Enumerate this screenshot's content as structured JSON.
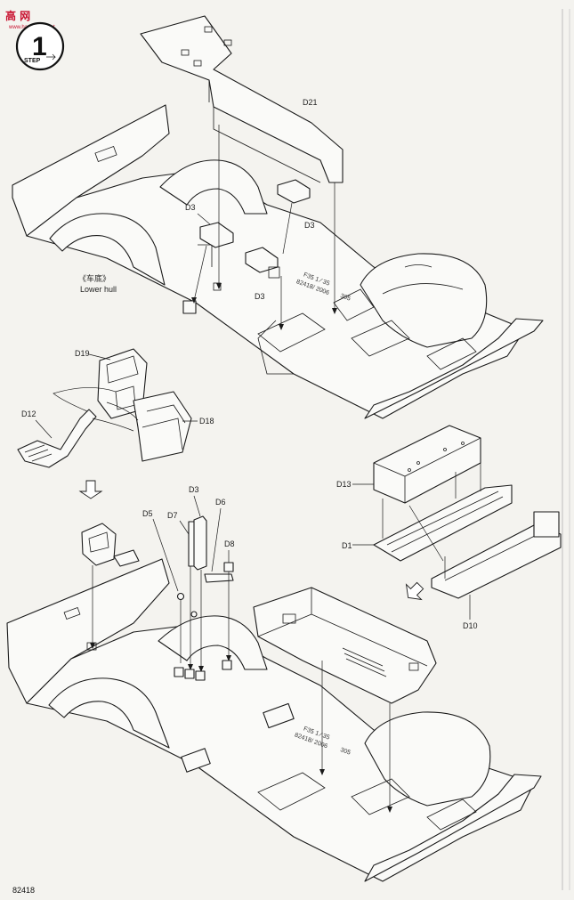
{
  "watermark": {
    "brand_cn": "高 网",
    "url": "www.hasegawa.net"
  },
  "step": {
    "label": "STEP",
    "number": "1"
  },
  "parts": {
    "d21": "D21",
    "d3": "D3",
    "d19": "D19",
    "d12": "D12",
    "d18": "D18",
    "d5": "D5",
    "d7": "D7",
    "d6": "D6",
    "d8": "D8",
    "d13": "D13",
    "d1": "D1",
    "d10": "D10"
  },
  "hull_label": {
    "cn": "《车底》",
    "en": "Lower hull"
  },
  "hull_stamp": [
    "F35 1 ⁄ 35",
    "82418/ 2006",
    "305"
  ],
  "page_number": "82418",
  "colors": {
    "ink": "#1a1a1a",
    "paper": "#f4f3ef",
    "watermark": "#c8102e"
  }
}
